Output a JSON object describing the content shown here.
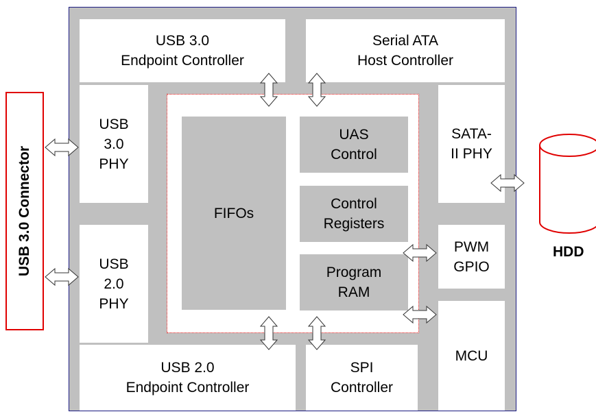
{
  "diagram": {
    "connector_label": "USB 3.0 Connector",
    "hdd_label": "HDD",
    "blocks": {
      "usb3_endpoint": "USB 3.0\nEndpoint Controller",
      "sata_host": "Serial ATA\nHost Controller",
      "usb3_phy": "USB\n3.0\nPHY",
      "usb2_phy": "USB\n2.0\nPHY",
      "sata_phy": "SATA-\nII PHY",
      "fifos": "FIFOs",
      "uas_control": "UAS\nControl",
      "control_registers": "Control\nRegisters",
      "program_ram": "Program\nRAM",
      "pwm_gpio": "PWM\nGPIO",
      "mcu": "MCU",
      "usb2_endpoint": "USB 2.0\nEndpoint Controller",
      "spi_controller": "SPI\nController"
    }
  }
}
